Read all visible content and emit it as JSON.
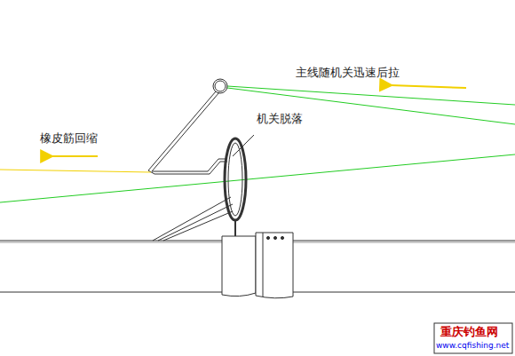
{
  "diagram": {
    "labels": [
      "主线随机关迅速后拉",
      "橡皮筋回缩",
      "机关脱落",
      "重庆钓鱼网",
      "www.cqfishing.net"
    ]
  }
}
